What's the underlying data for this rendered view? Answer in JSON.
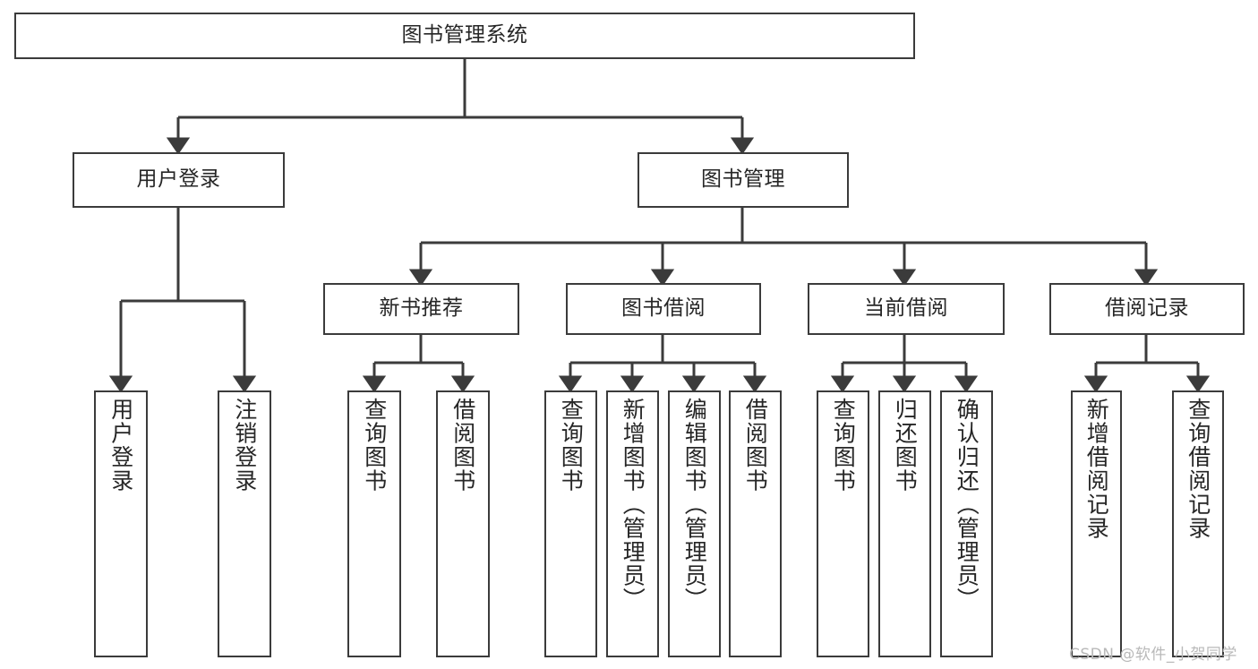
{
  "diagram": {
    "title": "图书管理系统",
    "type": "tree-hierarchy",
    "watermark": "CSDN @软件_小贺同学",
    "colors": {
      "background": "#ffffff",
      "box_border": "#3b3b3b",
      "box_fill": "#ffffff",
      "edge": "#3b3b3b",
      "text": "#262626",
      "watermark": "#b9b9b9"
    },
    "nodes": {
      "root": {
        "label": "图书管理系统"
      },
      "level2": [
        {
          "id": "user-login",
          "label": "用户登录"
        },
        {
          "id": "book-management",
          "label": "图书管理"
        }
      ],
      "level3": [
        {
          "id": "new-book-recommend",
          "label": "新书推荐"
        },
        {
          "id": "book-borrow",
          "label": "图书借阅"
        },
        {
          "id": "current-borrow",
          "label": "当前借阅"
        },
        {
          "id": "borrow-record",
          "label": "借阅记录"
        }
      ],
      "leaves": {
        "user_login": [
          {
            "id": "leaf-user-login",
            "label": "用户登录"
          },
          {
            "id": "leaf-logout-login",
            "label": "注销登录"
          }
        ],
        "new_book_recommend": [
          {
            "id": "leaf-query-book-1",
            "label": "查询图书"
          },
          {
            "id": "leaf-borrow-book-1",
            "label": "借阅图书"
          }
        ],
        "book_borrow": [
          {
            "id": "leaf-query-book-2",
            "label": "查询图书"
          },
          {
            "id": "leaf-add-book",
            "label": "新增图书（管理员）"
          },
          {
            "id": "leaf-edit-book",
            "label": "编辑图书（管理员）"
          },
          {
            "id": "leaf-borrow-book-2",
            "label": "借阅图书"
          }
        ],
        "current_borrow": [
          {
            "id": "leaf-query-book-3",
            "label": "查询图书"
          },
          {
            "id": "leaf-return-book",
            "label": "归还图书"
          },
          {
            "id": "leaf-confirm-return",
            "label": "确认归还（管理员）"
          }
        ],
        "borrow_record": [
          {
            "id": "leaf-add-record",
            "label": "新增借阅记录"
          },
          {
            "id": "leaf-query-record",
            "label": "查询借阅记录"
          }
        ]
      }
    }
  }
}
